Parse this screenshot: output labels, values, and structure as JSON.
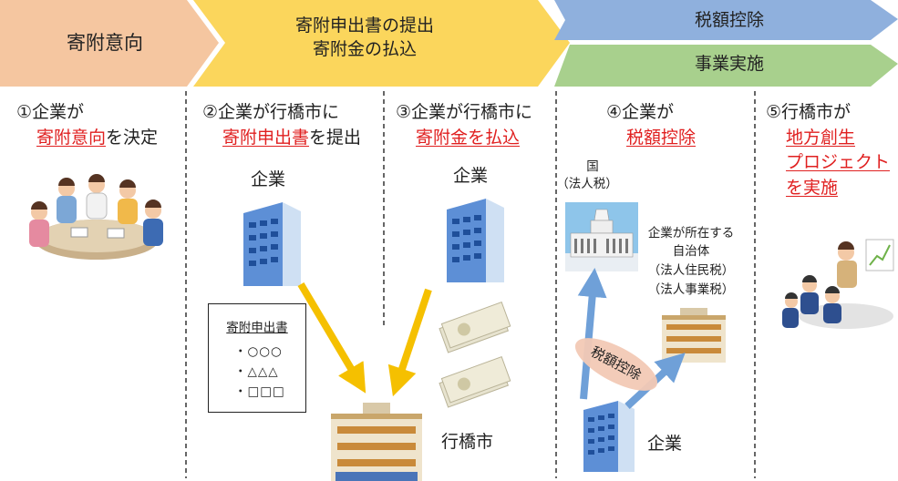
{
  "header": {
    "stage1": "寄附意向",
    "stage2_line1": "寄附申出書の提出",
    "stage2_line2": "寄附金の払込",
    "stage3_top": "税額控除",
    "stage3_bottom": "事業実施"
  },
  "steps": {
    "s1_line1": "①企業が",
    "s1_red": "寄附意向",
    "s1_rest": "を決定",
    "s2_line1": "②企業が行橋市に",
    "s2_red": "寄附申出書",
    "s2_rest": "を提出",
    "s3_line1": "③企業が行橋市に",
    "s3_red": "寄附金を払込",
    "s4_line1": "④企業が",
    "s4_red": "税額控除",
    "s5_line1": "⑤行橋市が",
    "s5_red1": "地方創生",
    "s5_red2": "プロジェクト",
    "s5_red3": "を実施"
  },
  "labels": {
    "company_a": "企業",
    "company_b": "企業",
    "company_c": "企業",
    "city": "行橋市",
    "kuni": "国",
    "corp_tax": "（法人税）",
    "local1": "企業が所在する",
    "local2": "自治体",
    "local3": "（法人住民税）",
    "local4": "（法人事業税）",
    "deduction_tag": "税額控除"
  },
  "form": {
    "title": "寄附申出書",
    "line1": "・○○○",
    "line2": "・△△△",
    "line3": "・□□□"
  },
  "colors": {
    "stage1": "#f5c6a0",
    "stage2": "#fbd65c",
    "stage3_top": "#8fb0dd",
    "stage3_bottom": "#a8d08d",
    "accent_red": "#e02020",
    "arrow_yellow": "#f5c000",
    "arrow_blue": "#6fa0d8",
    "tag_pink": "#f2c9b5"
  }
}
